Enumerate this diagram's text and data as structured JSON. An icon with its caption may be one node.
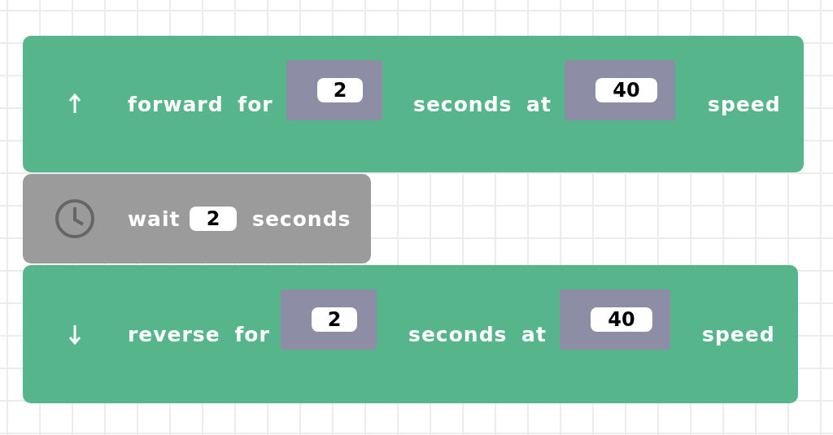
{
  "diagram": {
    "nodes": [
      {
        "text": [
          "forward for",
          "seconds at",
          "speed"
        ]
      },
      {
        "text": [
          "2"
        ],
        "in": 0
      },
      {
        "text": [
          "40"
        ],
        "in": 0
      },
      {
        "text": [
          "wait",
          "seconds"
        ]
      },
      {
        "text": [
          "2"
        ],
        "in": 3
      },
      {
        "text": [
          "reverse for",
          "seconds at",
          "speed"
        ]
      },
      {
        "text": [
          "2"
        ],
        "in": 5
      },
      {
        "text": [
          "40"
        ],
        "in": 5
      }
    ],
    "edges": []
  }
}
